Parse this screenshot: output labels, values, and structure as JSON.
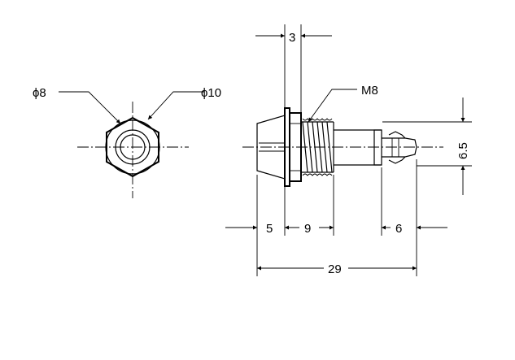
{
  "front_view": {
    "inner_diameter_label": "ϕ8",
    "outer_diameter_label": "ϕ10"
  },
  "side_view": {
    "thread_label": "M8",
    "dim_top": "3",
    "dim_bezel": "5",
    "dim_thread": "9",
    "dim_terminal": "6",
    "dim_total": "29",
    "dim_height": "6.5"
  }
}
